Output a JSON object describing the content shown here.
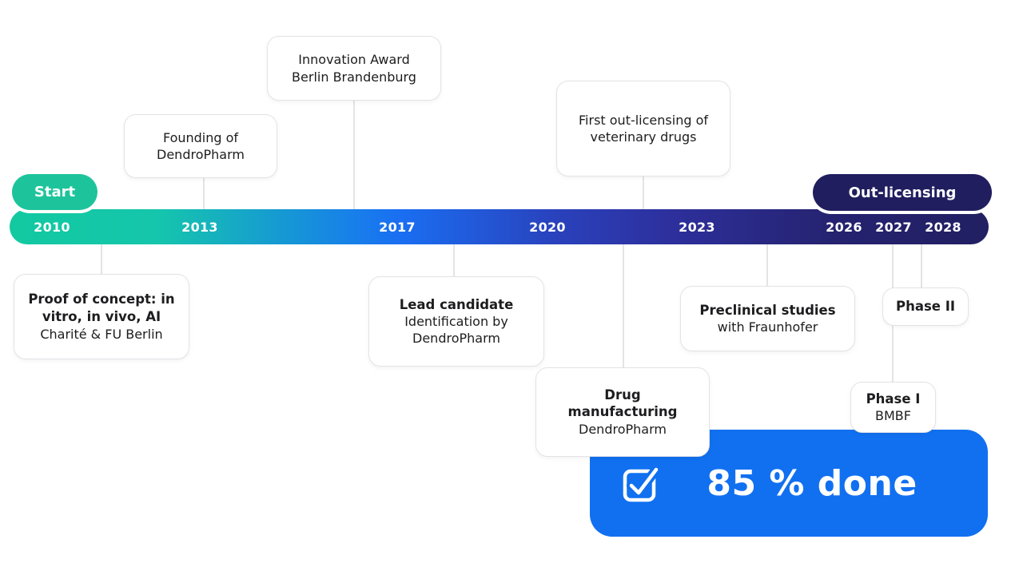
{
  "timeline": {
    "start_pill": "Start",
    "end_pill": "Out-licensing",
    "years": [
      {
        "label": "2010"
      },
      {
        "label": "2013"
      },
      {
        "label": "2017"
      },
      {
        "label": "2020"
      },
      {
        "label": "2023"
      },
      {
        "label": "2026"
      },
      {
        "label": "2027"
      },
      {
        "label": "2028"
      }
    ],
    "colors": {
      "teal": "#12c9a0",
      "blue": "#1a6ef2",
      "navy": "#221f62"
    }
  },
  "events": {
    "founding": {
      "text": "Founding of DendroPharm"
    },
    "innovation_award": {
      "text": "Innovation Award Berlin Brandenburg"
    },
    "first_out_licensing": {
      "text": "First out-licensing of veterinary drugs"
    },
    "proof_of_concept": {
      "bold": "Proof of concept: in vitro, in vivo, AI",
      "regular": "Charité & FU Berlin"
    },
    "lead_candidate": {
      "bold": "Lead candidate",
      "regular": "Identification by DendroPharm"
    },
    "drug_manufacturing": {
      "bold": "Drug manufacturing",
      "regular": "DendroPharm"
    },
    "preclinical_studies": {
      "bold": "Preclinical studies",
      "regular": "with Fraunhofer"
    },
    "phase_2": {
      "bold": "Phase II"
    },
    "phase_1": {
      "bold": "Phase I",
      "regular": "BMBF"
    }
  },
  "progress": {
    "label": "85 % done",
    "icon": "checkbox-checked-icon",
    "color": "#1170f0"
  }
}
